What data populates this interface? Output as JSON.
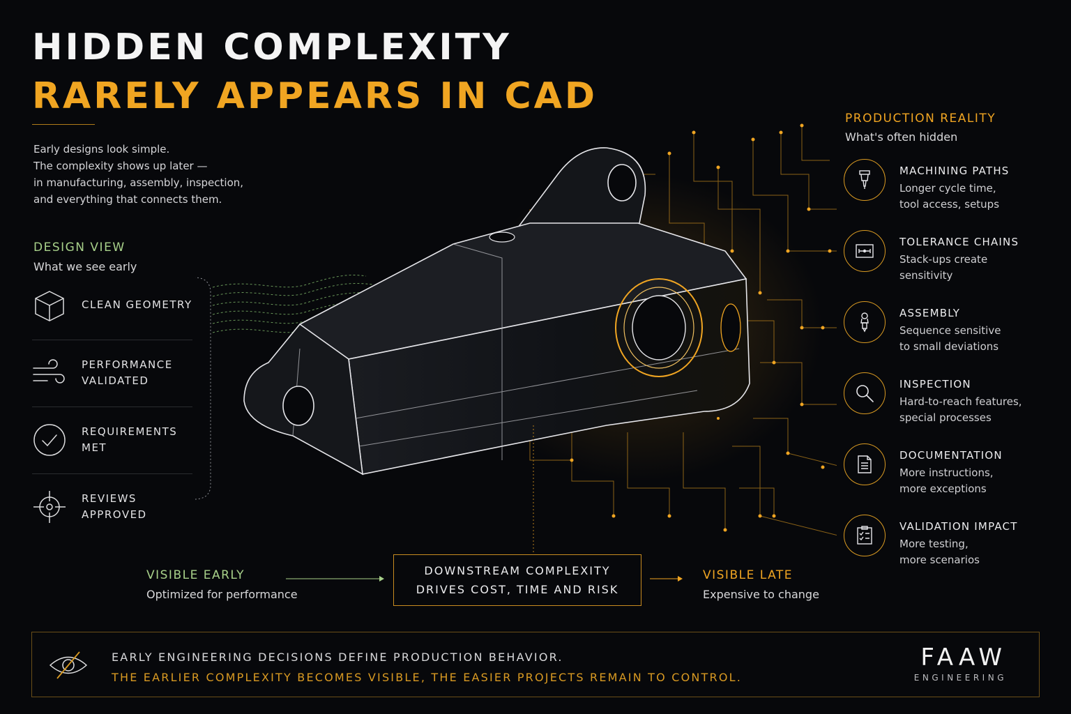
{
  "header": {
    "title_line1": "HIDDEN COMPLEXITY",
    "title_line2": "RARELY APPEARS IN CAD",
    "intro": [
      "Early designs look simple.",
      "The complexity shows up later —",
      "in manufacturing, assembly, inspection,",
      "and everything that connects them."
    ]
  },
  "design_view": {
    "heading": "DESIGN VIEW",
    "subheading": "What we see early",
    "items": [
      {
        "icon": "cube-icon",
        "lines": [
          "CLEAN GEOMETRY"
        ]
      },
      {
        "icon": "wind-flow-icon",
        "lines": [
          "PERFORMANCE",
          "VALIDATED"
        ]
      },
      {
        "icon": "checkmark-circle-icon",
        "lines": [
          "REQUIREMENTS",
          "MET"
        ]
      },
      {
        "icon": "crosshair-icon",
        "lines": [
          "REVIEWS",
          "APPROVED"
        ]
      }
    ]
  },
  "production_reality": {
    "heading": "PRODUCTION REALITY",
    "subheading": "What's often hidden",
    "items": [
      {
        "icon": "milling-tool-icon",
        "title": "MACHINING PATHS",
        "desc": [
          "Longer cycle time,",
          "tool access, setups"
        ]
      },
      {
        "icon": "tolerance-gauge-icon",
        "title": "TOLERANCE CHAINS",
        "desc": [
          "Stack-ups create",
          "sensitivity"
        ]
      },
      {
        "icon": "assembly-fastener-icon",
        "title": "ASSEMBLY",
        "desc": [
          "Sequence sensitive",
          "to small deviations"
        ]
      },
      {
        "icon": "magnifier-icon",
        "title": "INSPECTION",
        "desc": [
          "Hard-to-reach features,",
          "special processes"
        ]
      },
      {
        "icon": "document-icon",
        "title": "DOCUMENTATION",
        "desc": [
          "More instructions,",
          "more exceptions"
        ]
      },
      {
        "icon": "checklist-clipboard-icon",
        "title": "VALIDATION IMPACT",
        "desc": [
          "More testing,",
          "more scenarios"
        ]
      }
    ]
  },
  "flow": {
    "early_heading": "VISIBLE EARLY",
    "early_sub": "Optimized for performance",
    "center_line1": "DOWNSTREAM COMPLEXITY",
    "center_line2": "DRIVES COST, TIME AND RISK",
    "late_heading": "VISIBLE LATE",
    "late_sub": "Expensive to change"
  },
  "footer": {
    "line1": "EARLY ENGINEERING DECISIONS DEFINE PRODUCTION BEHAVIOR.",
    "line2": "THE EARLIER COMPLEXITY BECOMES VISIBLE, THE EASIER PROJECTS REMAIN TO CONTROL.",
    "logo_main": "FAAW",
    "logo_sub": "ENGINEERING",
    "icon": "eye-slash-icon"
  },
  "colors": {
    "background": "#07080b",
    "accent_orange": "#f0a522",
    "accent_green": "#a8d18a",
    "text": "#e8e8ea"
  }
}
